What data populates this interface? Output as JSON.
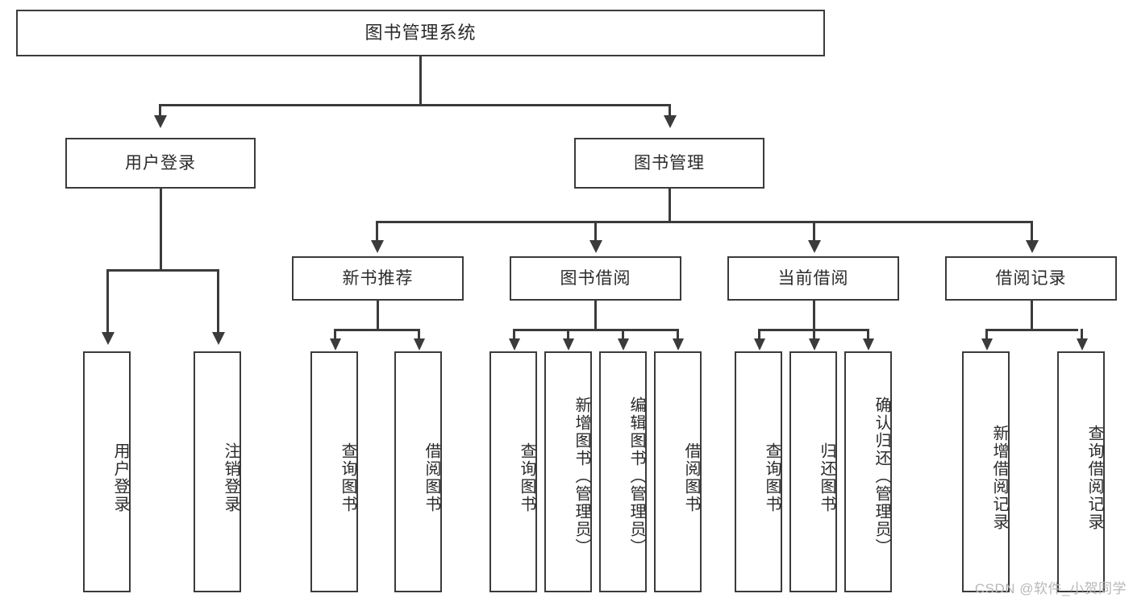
{
  "diagram": {
    "type": "tree-hierarchy",
    "title": "图书管理系统",
    "watermark": "CSDN @软件_小贺同学",
    "colors": {
      "stroke": "#3b3b3b",
      "fill": "#ffffff",
      "text": "#2b2b2b",
      "watermark": "#b8b8b8"
    },
    "root": {
      "label": "图书管理系统"
    },
    "level2": [
      {
        "label": "用户登录"
      },
      {
        "label": "图书管理"
      }
    ],
    "level3": [
      {
        "label": "新书推荐"
      },
      {
        "label": "图书借阅"
      },
      {
        "label": "当前借阅"
      },
      {
        "label": "借阅记录"
      }
    ],
    "leaves": {
      "user_login": [
        {
          "label": "用户登录"
        },
        {
          "label": "注销登录"
        }
      ],
      "new_book": [
        {
          "label": "查询图书"
        },
        {
          "label": "借阅图书"
        }
      ],
      "book_borrow": [
        {
          "label": "查询图书"
        },
        {
          "label": "新增图书（管理员）"
        },
        {
          "label": "编辑图书（管理员）"
        },
        {
          "label": "借阅图书"
        }
      ],
      "current_borrow": [
        {
          "label": "查询图书"
        },
        {
          "label": "归还图书"
        },
        {
          "label": "确认归还（管理员）"
        }
      ],
      "borrow_record": [
        {
          "label": "新增借阅记录"
        },
        {
          "label": "查询借阅记录"
        }
      ]
    }
  }
}
